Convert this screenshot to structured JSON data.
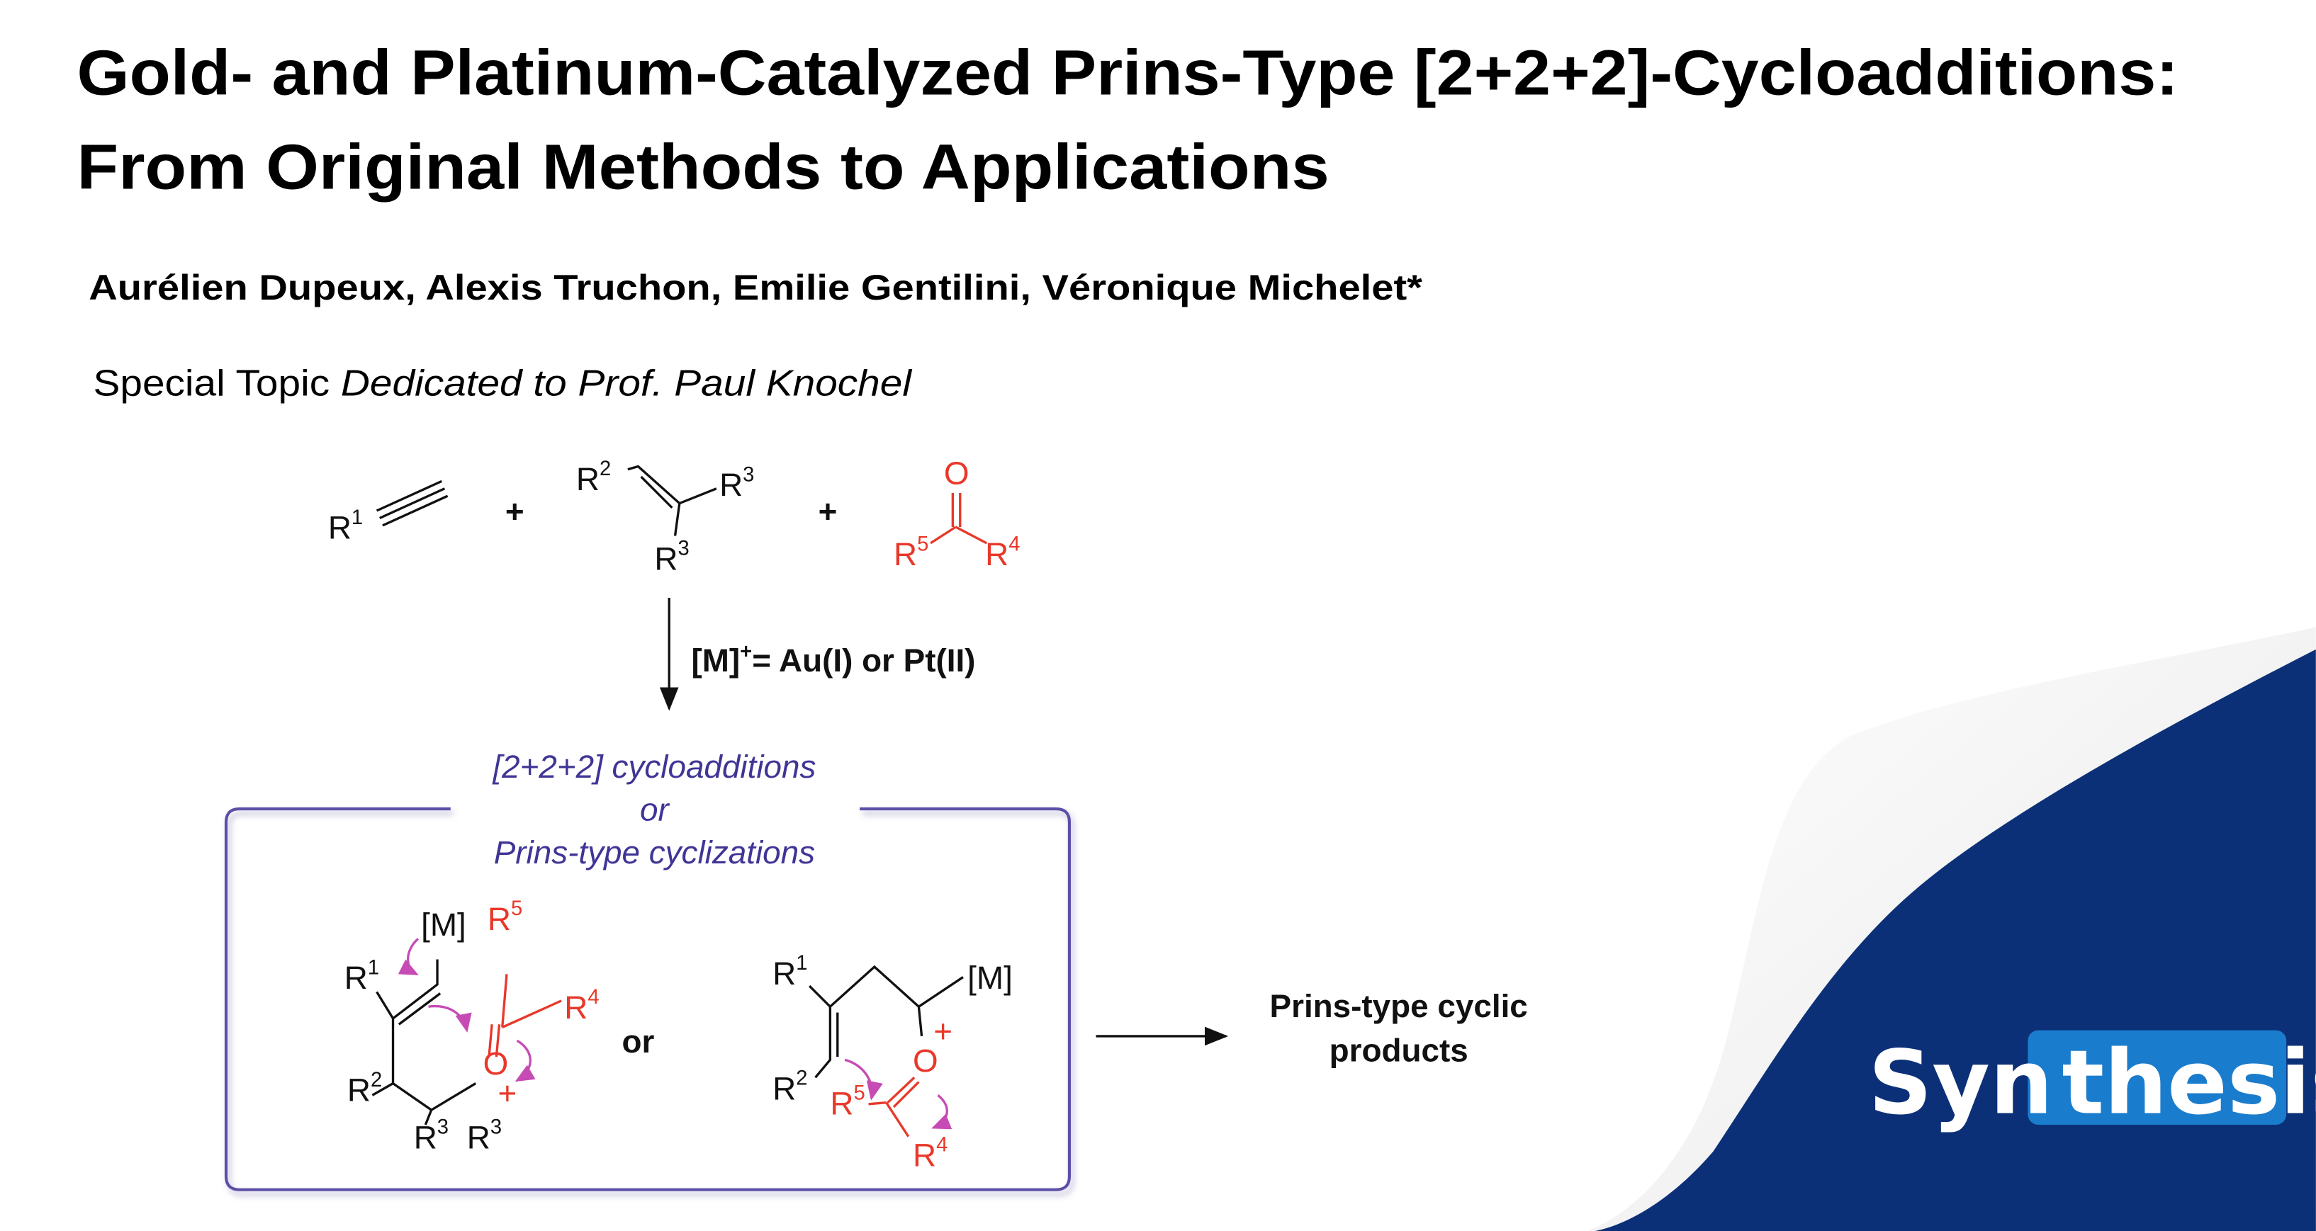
{
  "title": {
    "line1": "Gold- and Platinum-Catalyzed Prins-Type [2+2+2]-Cycloadditions:",
    "line2": "From Original Methods to Applications"
  },
  "authors": "Aurélien Dupeux, Alexis Truchon, Emilie Gentilini, Véronique Michelet*",
  "topic": {
    "prefix": "Special Topic ",
    "dedication": "Dedicated to Prof. Paul Knochel"
  },
  "scheme": {
    "plus": "+",
    "alkyne": {
      "r": "R",
      "sup": "1"
    },
    "alkene": {
      "r2": "R",
      "r2_sup": "2",
      "r3a": "R",
      "r3a_sup": "3",
      "r3b": "R",
      "r3b_sup": "3"
    },
    "carbonyl": {
      "o": "O",
      "r5": "R",
      "r5_sup": "5",
      "r4": "R",
      "r4_sup": "4"
    },
    "catalyst": {
      "m": "[M]",
      "charge": "+",
      "rest": "= Au(I) or Pt(II)"
    },
    "box_heading": [
      "[2+2+2] cycloadditions",
      "or",
      "Prins-type cyclizations"
    ],
    "left": {
      "m": "[M]",
      "r1": "R",
      "r1_sup": "1",
      "r5": "R",
      "r5_sup": "5",
      "r4": "R",
      "r4_sup": "4",
      "r2": "R",
      "r2_sup": "2",
      "o": "O",
      "plus": "+",
      "r3a": "R",
      "r3a_sup": "3",
      "r3b": "R",
      "r3b_sup": "3"
    },
    "or": "or",
    "right": {
      "r1": "R",
      "r1_sup": "1",
      "m": "[M]",
      "o": "O",
      "plus": "+",
      "r2": "R",
      "r2_sup": "2",
      "r5": "R",
      "r5_sup": "5",
      "r4": "R",
      "r4_sup": "4"
    },
    "products": [
      "Prins-type cyclic",
      "products"
    ]
  },
  "logo": {
    "part1": "Syn",
    "part2": "thesis"
  },
  "colors": {
    "logo_dark_blue": "#0c3078",
    "logo_light_blue": "#1a7ccc",
    "heading_purple": "#3f3596",
    "carbonyl_red": "#e8382a"
  }
}
